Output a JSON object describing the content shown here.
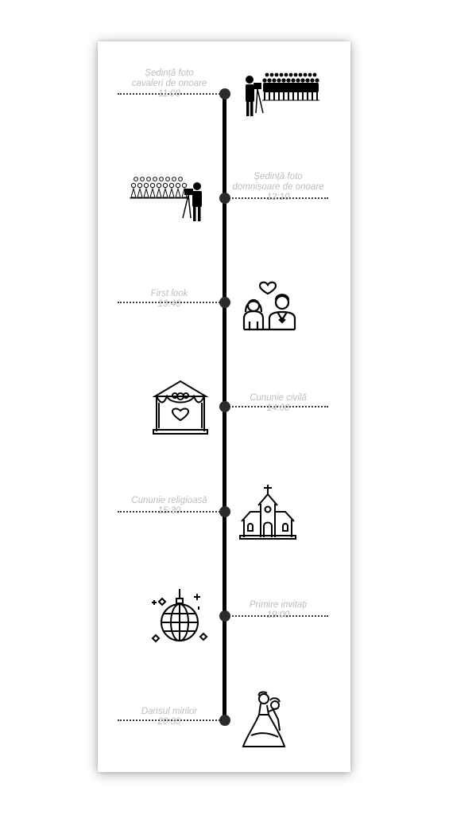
{
  "events": [
    {
      "title": "Ședință foto cavaleri de onoare",
      "title_lines": [
        "Ședință foto",
        "cavaleri de onoare"
      ],
      "time": "11:00",
      "icon": "groomsmen-photo-icon"
    },
    {
      "title": "Ședință foto domnișoare de onoare",
      "title_lines": [
        "Ședință foto",
        "domnișoare de onoare"
      ],
      "time": "12:10",
      "icon": "bridesmaids-photo-icon"
    },
    {
      "title": "First look",
      "title_lines": [
        "First look"
      ],
      "time": "13:40",
      "icon": "couple-heart-icon"
    },
    {
      "title": "Cununie civilă",
      "title_lines": [
        "Cununie civilă"
      ],
      "time": "14:00",
      "icon": "wedding-arch-icon"
    },
    {
      "title": "Cununie religioasă",
      "title_lines": [
        "Cununie religioasă"
      ],
      "time": "15:30",
      "icon": "church-icon"
    },
    {
      "title": "Primire invitați",
      "title_lines": [
        "Primire invitați"
      ],
      "time": "19:00",
      "icon": "disco-ball-icon"
    },
    {
      "title": "Dansul mirilor",
      "title_lines": [
        "Dansul mirilor"
      ],
      "time": "20:30",
      "icon": "dancing-couple-icon"
    }
  ],
  "colors": {
    "line": "#000000",
    "dot": "#2b2b2b",
    "text": "#bdbdbd",
    "dotted": "#3a3a3a"
  }
}
